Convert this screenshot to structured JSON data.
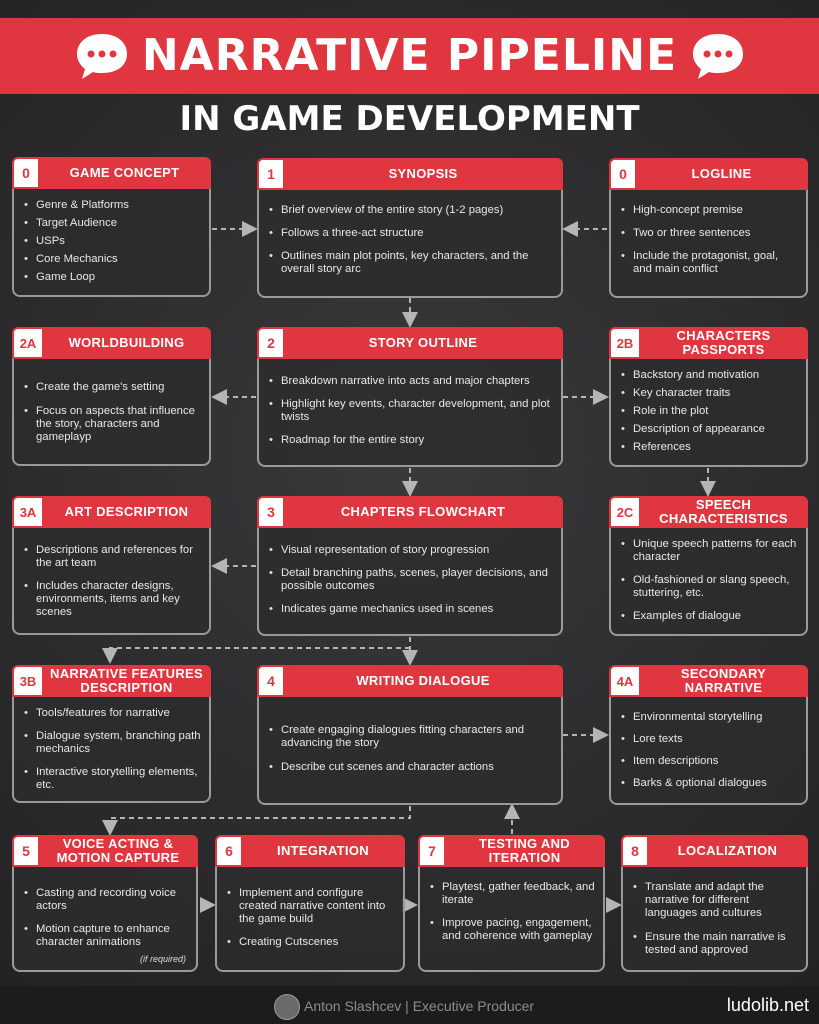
{
  "header": {
    "title": "NARRATIVE PIPELINE",
    "subtitle": "IN GAME DEVELOPMENT",
    "icon": "speech-bubble-icon",
    "accent_color": "#e0363f"
  },
  "cards": {
    "game_concept": {
      "num": "0",
      "title": "GAME CONCEPT",
      "items": [
        "Genre & Platforms",
        "Target Audience",
        "USPs",
        "Core Mechanics",
        "Game Loop"
      ]
    },
    "synopsis": {
      "num": "1",
      "title": "SYNOPSIS",
      "items": [
        "Brief overview of the entire story (1-2 pages)",
        "Follows a three-act structure",
        "Outlines main plot points, key characters, and the overall story arc"
      ]
    },
    "logline": {
      "num": "0",
      "title": "LOGLINE",
      "items": [
        "High-concept premise",
        "Two or three sentences",
        "Include the protagonist, goal, and main conflict"
      ]
    },
    "worldbuilding": {
      "num": "2A",
      "title": "WORLDBUILDING",
      "items": [
        "Create the game's setting",
        "Focus on aspects that influence the story, characters and gameplayp"
      ]
    },
    "story_outline": {
      "num": "2",
      "title": "STORY OUTLINE",
      "items": [
        "Breakdown narrative into acts and major chapters",
        "Highlight key events, character development, and plot twists",
        "Roadmap for the entire story"
      ]
    },
    "characters_passports": {
      "num": "2B",
      "title": "CHARACTERS PASSPORTS",
      "items": [
        "Backstory and motivation",
        "Key character traits",
        "Role in the plot",
        "Description of appearance",
        "References"
      ]
    },
    "art_description": {
      "num": "3A",
      "title": "ART DESCRIPTION",
      "items": [
        "Descriptions and references for the art team",
        "Includes character designs, environments, items and key scenes"
      ]
    },
    "chapters_flowchart": {
      "num": "3",
      "title": "CHAPTERS FLOWCHART",
      "items": [
        "Visual representation of story progression",
        "Detail branching paths, scenes, player decisions, and possible outcomes",
        "Indicates game mechanics used in scenes"
      ]
    },
    "speech_characteristics": {
      "num": "2C",
      "title": "SPEECH CHARACTERISTICS",
      "items": [
        "Unique speech patterns for each character",
        "Old-fashioned or slang speech, stuttering, etc.",
        "Examples of dialogue"
      ]
    },
    "narrative_features": {
      "num": "3B",
      "title": "NARRATIVE FEATURES DESCRIPTION",
      "items": [
        "Tools/features for narrative",
        "Dialogue system, branching path mechanics",
        "Interactive storytelling elements, etc."
      ]
    },
    "writing_dialogue": {
      "num": "4",
      "title": "WRITING DIALOGUE",
      "items": [
        "Create engaging dialogues fitting characters and advancing the story",
        "Describe cut scenes and character actions"
      ]
    },
    "secondary_narrative": {
      "num": "4A",
      "title": "SECONDARY NARRATIVE",
      "items": [
        "Environmental storytelling",
        "Lore texts",
        "Item descriptions",
        "Barks & optional dialogues"
      ]
    },
    "voice_acting": {
      "num": "5",
      "title": "VOICE ACTING & MOTION CAPTURE",
      "items": [
        "Casting and recording voice actors",
        "Motion capture to enhance character animations"
      ],
      "note": "(if required)"
    },
    "integration": {
      "num": "6",
      "title": "INTEGRATION",
      "items": [
        "Implement and configure created narrative content into the game build",
        "Creating Cutscenes"
      ]
    },
    "testing": {
      "num": "7",
      "title": "TESTING AND ITERATION",
      "items": [
        "Playtest, gather feedback, and iterate",
        "Improve pacing, engagement, and coherence with gameplay"
      ]
    },
    "localization": {
      "num": "8",
      "title": "LOCALIZATION",
      "items": [
        "Translate and adapt the narrative for different languages and cultures",
        "Ensure the main narrative is tested and approved"
      ]
    }
  },
  "footer": {
    "author": "Anton Slashcev | Executive Producer",
    "site": "ludolib.net"
  }
}
